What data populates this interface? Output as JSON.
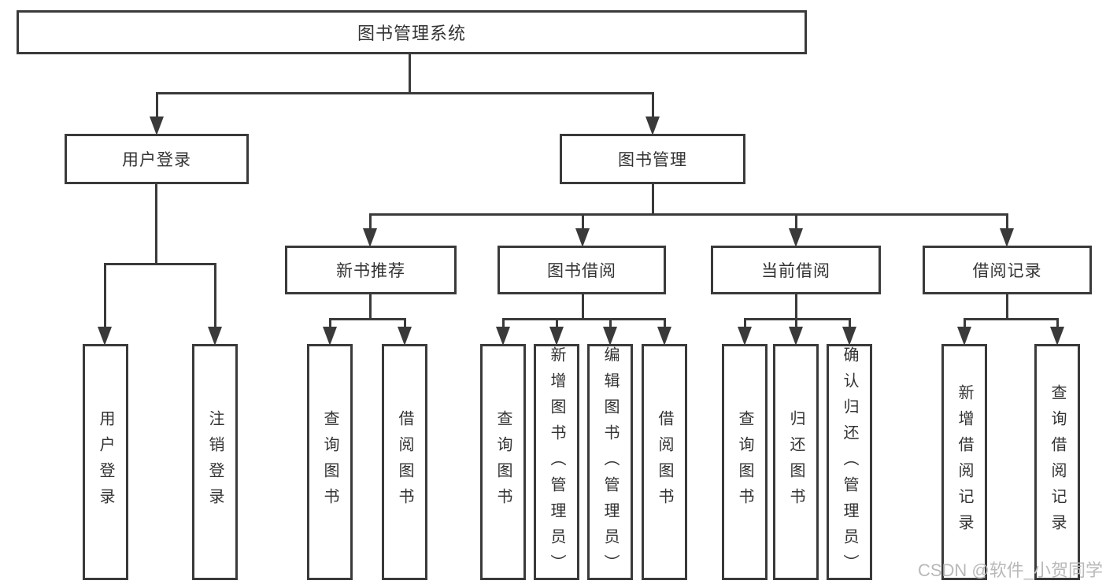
{
  "diagram_title": "图书管理系统",
  "nodes": [
    {
      "id": "root",
      "label": "图书管理系统",
      "parent": null
    },
    {
      "id": "user-login",
      "label": "用户登录",
      "parent": "root"
    },
    {
      "id": "book-management",
      "label": "图书管理",
      "parent": "root"
    },
    {
      "id": "new-book-recommend",
      "label": "新书推荐",
      "parent": "book-management"
    },
    {
      "id": "book-borrowing",
      "label": "图书借阅",
      "parent": "book-management"
    },
    {
      "id": "current-borrowing",
      "label": "当前借阅",
      "parent": "book-management"
    },
    {
      "id": "borrowing-records",
      "label": "借阅记录",
      "parent": "book-management"
    },
    {
      "id": "leaf-user-login",
      "label": "用户登录",
      "parent": "user-login"
    },
    {
      "id": "leaf-logout",
      "label": "注销登录",
      "parent": "user-login"
    },
    {
      "id": "leaf-query-books-1",
      "label": "查询图书",
      "parent": "new-book-recommend"
    },
    {
      "id": "leaf-borrow-books-1",
      "label": "借阅图书",
      "parent": "new-book-recommend"
    },
    {
      "id": "leaf-query-books-2",
      "label": "查询图书",
      "parent": "book-borrowing"
    },
    {
      "id": "leaf-add-books",
      "label": "新增图书（管理员）",
      "parent": "book-borrowing"
    },
    {
      "id": "leaf-edit-books",
      "label": "编辑图书（管理员）",
      "parent": "book-borrowing"
    },
    {
      "id": "leaf-borrow-books-2",
      "label": "借阅图书",
      "parent": "book-borrowing"
    },
    {
      "id": "leaf-query-books-3",
      "label": "查询图书",
      "parent": "current-borrowing"
    },
    {
      "id": "leaf-return-books",
      "label": "归还图书",
      "parent": "current-borrowing"
    },
    {
      "id": "leaf-confirm-return",
      "label": "确认归还（管理员）",
      "parent": "current-borrowing"
    },
    {
      "id": "leaf-add-borrow-record",
      "label": "新增借阅记录",
      "parent": "borrowing-records"
    },
    {
      "id": "leaf-query-borrow-record",
      "label": "查询借阅记录",
      "parent": "borrowing-records"
    }
  ],
  "watermark": {
    "text": "CSDN @软件_小贺同学"
  },
  "colors": {
    "line": "#3a3a3a",
    "text": "#333333",
    "box_background": "#ffffff",
    "page_background": "#ffffff",
    "watermark": "#b9b9b9"
  }
}
